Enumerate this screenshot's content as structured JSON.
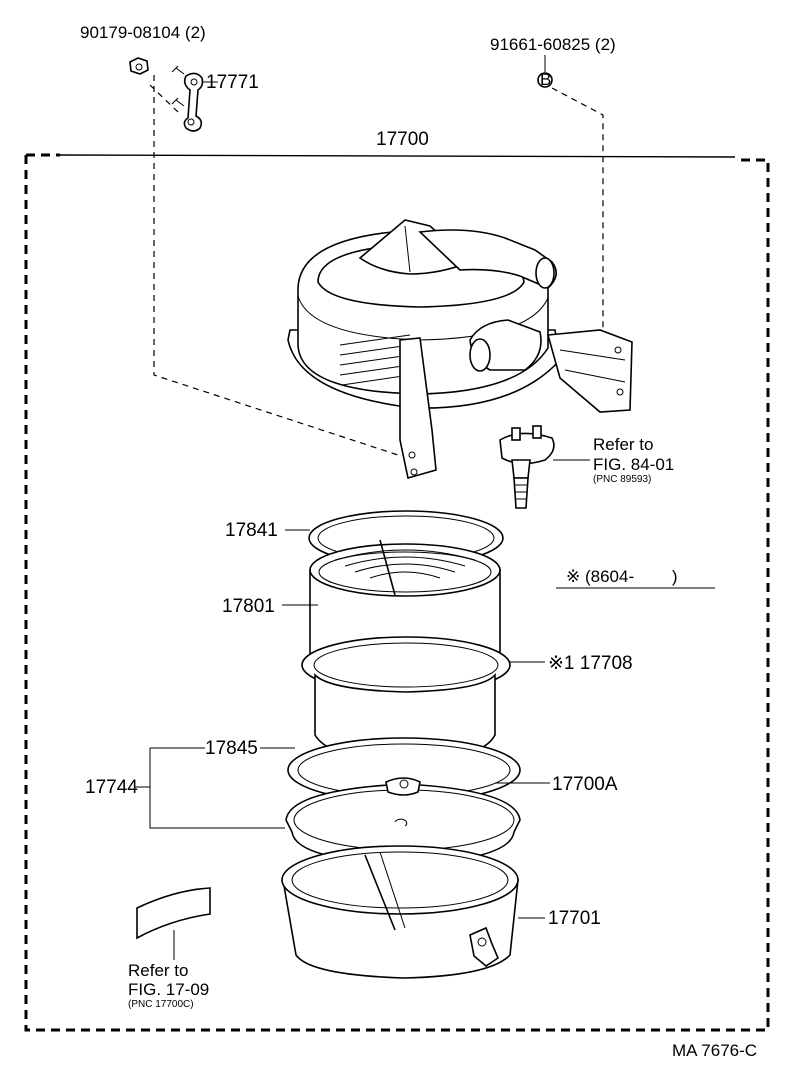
{
  "labels": {
    "bolt_part": "90179-08104 (2)",
    "clamp_part": "17771",
    "bolt_b_part": "91661-60825 (2)",
    "b_marker": "B",
    "assembly": "17700",
    "refer_top_line1": "Refer to",
    "refer_top_line2": "FIG. 84-01",
    "refer_top_line3": "(PNC 89593)",
    "gasket_top": "17841",
    "element": "17801",
    "date_note": "※ (8604-        )",
    "ring_note": "※1 17708",
    "gasket_bottom": "17845",
    "kit": "17744",
    "cap_sub": "17700A",
    "case": "17701",
    "refer_bottom_line1": "Refer to",
    "refer_bottom_line2": "FIG. 17-09",
    "refer_bottom_line3": "(PNC 17700C)",
    "drawing_code": "MA 7676-C"
  }
}
